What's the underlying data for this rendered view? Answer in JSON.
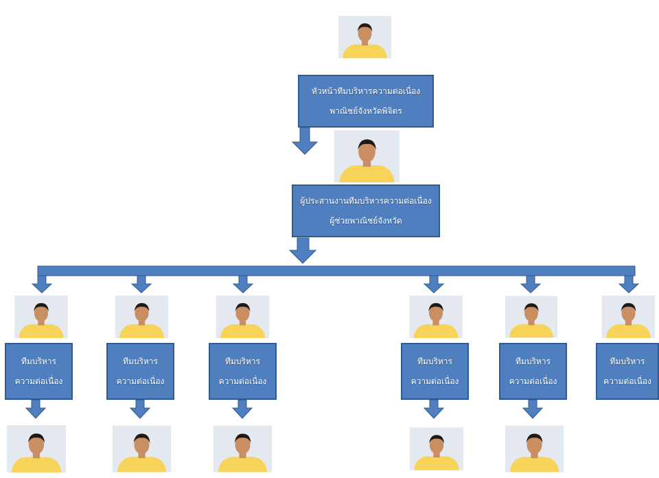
{
  "colors": {
    "box": "#4f7fbf",
    "box_border": "#2f5a8f",
    "connector": "#4f7fbf",
    "shirt": "#f7d35a",
    "skin": "#c98e62",
    "hair": "#1f1a17"
  },
  "top": {
    "title_line1": "หัวหน้าทีมบริหารความต่อเนื่อง",
    "title_line2": "พาณิชย์จังหวัดพิจิตร",
    "photo_icon": "person-photo-icon"
  },
  "second": {
    "title_line1": "ผู้ประสานงานทีมบริหารความต่อเนื่อง",
    "title_line2": "ผู้ช่วยพาณิชย์จังหวัด",
    "photo_icon": "person-photo-icon"
  },
  "teams": [
    {
      "line1": "ทีมบริหาร",
      "line2": "ความต่อเนื่อง"
    },
    {
      "line1": "ทีมบริหาร",
      "line2": "ความต่อเนื่อง"
    },
    {
      "line1": "ทีมบริหาร",
      "line2": "ความต่อเนื่อง"
    },
    {
      "line1": "ทีมบริหาร",
      "line2": "ความต่อเนื่อง"
    },
    {
      "line1": "ทีมบริหาร",
      "line2": "ความต่อเนื่อง"
    },
    {
      "line1": "ทีมบริหาร",
      "line2": "ความต่อเนื่อง"
    }
  ]
}
